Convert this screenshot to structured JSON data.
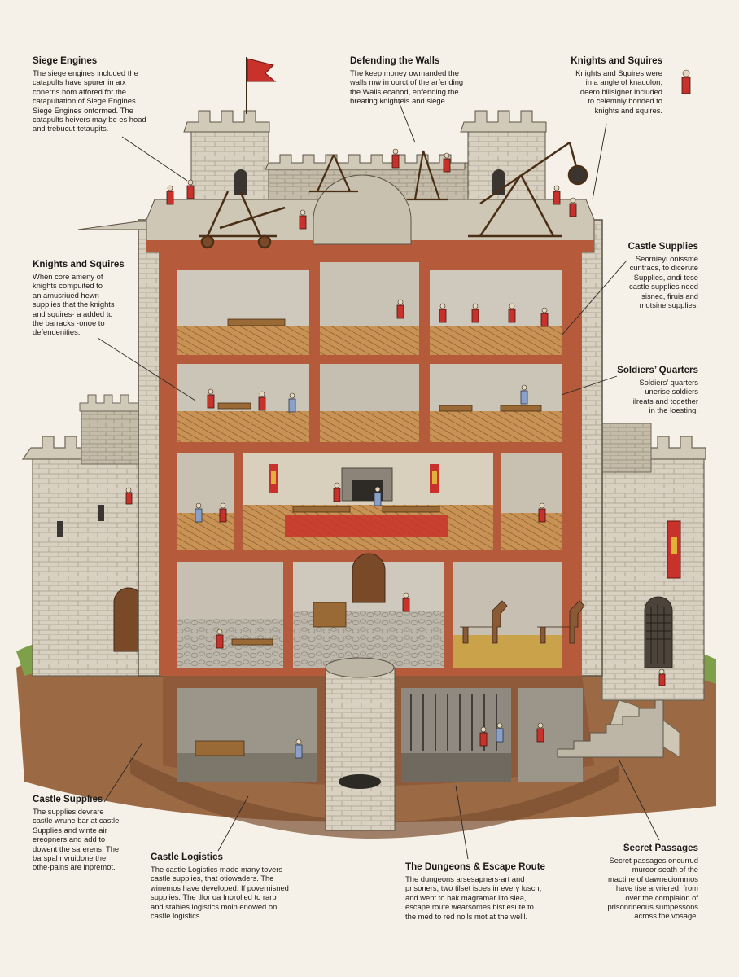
{
  "callouts": {
    "siege_engines": {
      "title": "Siege Engines",
      "text": "The siege engines included the\ncatapults have spurer in aıx\nconerns hom affored for the\ncatapultation of Siege Engines.\nSiege Engines ontormed. The\ncatapults heivers may be es hoad\nand trebucut·tetaupits."
    },
    "defending_walls": {
      "title": "Defending the Walls",
      "text": "The keep money owmanded the\nwalls mw in ourct of the arfending\nthe Walls ecahod, enfending the\nbreating knightels and siege."
    },
    "knights_squires_top": {
      "title": "Knights and Squires",
      "text": "Knights and Squires were\nin a angle of knauolon;\ndeero billsigner included\nto celemnly bonded to\nknights and squires."
    },
    "knights_squires_left": {
      "title": "Knights and Squires",
      "text": "When core ameny of\nknights compuited to\nan amusriued hewn\nsupplies that the knights\nand squires· a added to\nthe barracks ·onoe to\ndefendenities."
    },
    "castle_supplies_right": {
      "title": "Castle Supplies",
      "text": "Seornieyı onissme\ncuntracs, to dicerute\nSupplies, andi tese\ncastle supplies need\nsisnec, firuis and\nmotsine supplies."
    },
    "soldiers_quarters": {
      "title": "Soldiers’ Quarters",
      "text": "Soldiers’ quarters\nunerise soldiers\nilreats and together\nin the loesting."
    },
    "castle_supplies_left": {
      "title": "Castle Supplies",
      "text": "The supplies devrare\ncastle wrune bar at castle\nSupplies and winte air\nereopners and add to\ndowent the sarerens. The\nbarspal nvruidone the\nothe·pains are inpremot."
    },
    "castle_logistics": {
      "title": "Castle Logistics",
      "text": "The castle Logistics made many tovers\ncastle supplies, that otiowaders. The\nwinemos have developed. If povernisned\nsupplies. The tllor oa Inorolled to rarb\nand stables logistics moin enowed on\ncastle logistics."
    },
    "dungeons": {
      "title": "The Dungeons & Escape Route",
      "text": "The dungeons arsesapners·art and\nprisoners, two tilset isoes in every lusch,\nand went to hak magramar lito siea,\nescape route wearsomes bist esute to\nthe med to red nolls mot at the welll."
    },
    "secret_passages": {
      "title": "Secret Passages",
      "text": "Secret passages oncurrud\nmuroor seath of the\nmactine of dawneciommos\nhave tise arvriered, from\nover the complaion of\nprisonrineous sumpessons\nacross the vosage."
    }
  },
  "colors": {
    "background": "#f6f1e8",
    "stone": "#d9d2c3",
    "stone_dark": "#a79f90",
    "mortar": "#b65a3c",
    "wood": "#b9854a",
    "banner": "#c8322a",
    "grass": "#7fa04a",
    "soil": "#8a5a38"
  }
}
